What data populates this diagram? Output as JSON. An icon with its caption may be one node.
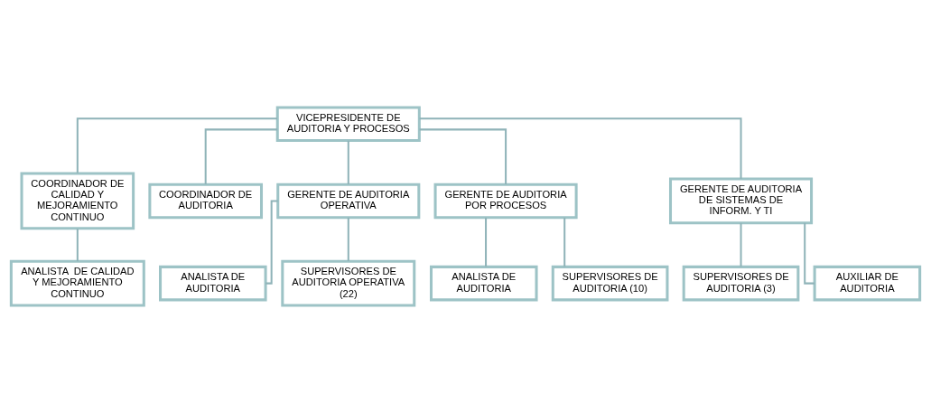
{
  "diagram": {
    "nodes": [
      {
        "text": [
          "VICEPRESIDENTE DE AUDITORIA Y PROCESOS"
        ]
      },
      {
        "text": [
          "COORDINADOR DE CALIDAD Y MEJORAMIENTO CONTINUO"
        ]
      },
      {
        "text": [
          "COORDINADOR DE AUDITORIA"
        ]
      },
      {
        "text": [
          "GERENTE DE AUDITORIA OPERATIVA"
        ]
      },
      {
        "text": [
          "GERENTE DE AUDITORIA POR PROCESOS"
        ]
      },
      {
        "text": [
          "GERENTE DE AUDITORIA DE SISTEMAS DE INFORM. Y TI"
        ]
      },
      {
        "text": [
          "ANALISTA  DE CALIDAD Y MEJORAMIENTO CONTINUO"
        ]
      },
      {
        "text": [
          "ANALISTA DE AUDITORIA"
        ]
      },
      {
        "text": [
          "SUPERVISORES DE AUDITORIA OPERATIVA (22)"
        ]
      },
      {
        "text": [
          "ANALISTA DE AUDITORIA"
        ]
      },
      {
        "text": [
          "SUPERVISORES DE AUDITORIA (10)"
        ]
      },
      {
        "text": [
          "SUPERVISORES DE AUDITORIA (3)"
        ]
      },
      {
        "text": [
          "AUXILIAR DE AUDITORIA"
        ]
      }
    ],
    "edges": [
      {
        "from": 0,
        "to": 1,
        "arrow": "none"
      },
      {
        "from": 0,
        "to": 2,
        "arrow": "none"
      },
      {
        "from": 0,
        "to": 3,
        "arrow": "none"
      },
      {
        "from": 0,
        "to": 4,
        "arrow": "none"
      },
      {
        "from": 0,
        "to": 5,
        "arrow": "none"
      },
      {
        "from": 1,
        "to": 6,
        "arrow": "none"
      },
      {
        "from": 3,
        "to": 7,
        "arrow": "none"
      },
      {
        "from": 3,
        "to": 8,
        "arrow": "none"
      },
      {
        "from": 4,
        "to": 9,
        "arrow": "none"
      },
      {
        "from": 4,
        "to": 10,
        "arrow": "none"
      },
      {
        "from": 5,
        "to": 11,
        "arrow": "none"
      },
      {
        "from": 5,
        "to": 12,
        "arrow": "none"
      }
    ]
  }
}
